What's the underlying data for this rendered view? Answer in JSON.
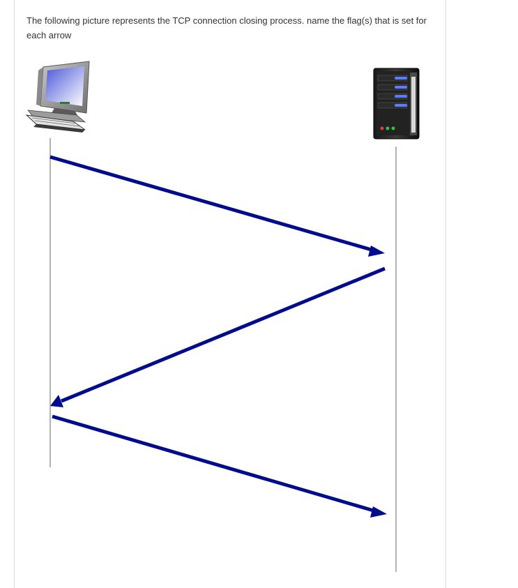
{
  "question": {
    "text": "The following picture represents the TCP connection closing process. name the flag(s) that is set for each arrow"
  },
  "diagram": {
    "left_host": {
      "icon": "desktop-computer-icon"
    },
    "right_host": {
      "icon": "server-tower-icon"
    },
    "arrows": [
      {
        "direction": "left-to-right",
        "order": 1
      },
      {
        "direction": "right-to-left",
        "order": 2
      },
      {
        "direction": "left-to-right",
        "order": 3
      }
    ],
    "colors": {
      "arrow": "#000c8c",
      "timeline": "#9a9a9a"
    }
  }
}
